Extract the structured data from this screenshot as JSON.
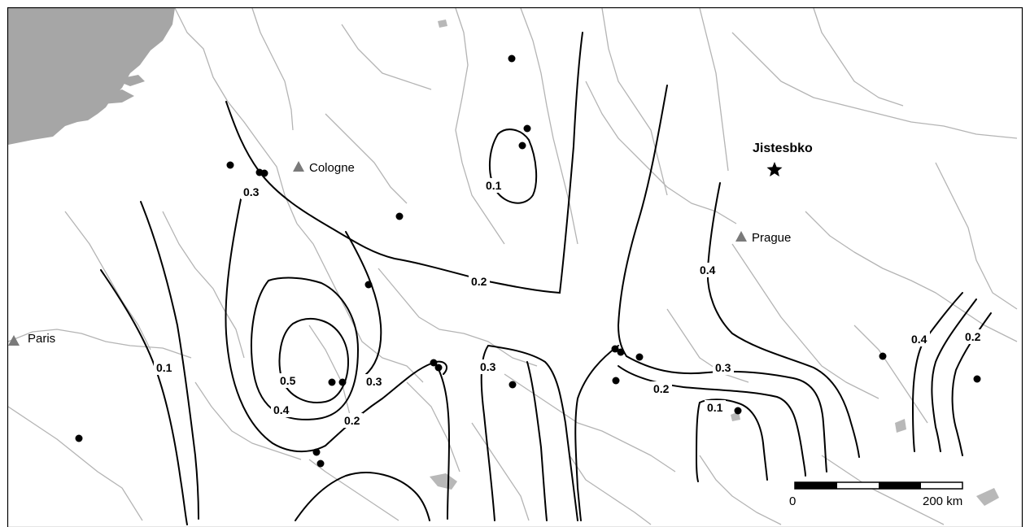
{
  "cities": [
    {
      "id": "cologne",
      "label": "Cologne",
      "symbol": "triangle"
    },
    {
      "id": "prague",
      "label": "Prague",
      "symbol": "triangle"
    },
    {
      "id": "paris",
      "label": "Paris",
      "symbol": "triangle"
    },
    {
      "id": "jistesbko",
      "label": "Jistesbko",
      "symbol": "star"
    }
  ],
  "contour_labels": [
    "0.1",
    "0.2",
    "0.3",
    "0.4",
    "0.5"
  ],
  "scale_bar": {
    "start_label": "0",
    "end_label": "200 km"
  },
  "colors": {
    "sea": "#a6a6a6",
    "river": "#b4b4b4",
    "contour": "#000000",
    "city_symbol": "#7a7a7a"
  }
}
